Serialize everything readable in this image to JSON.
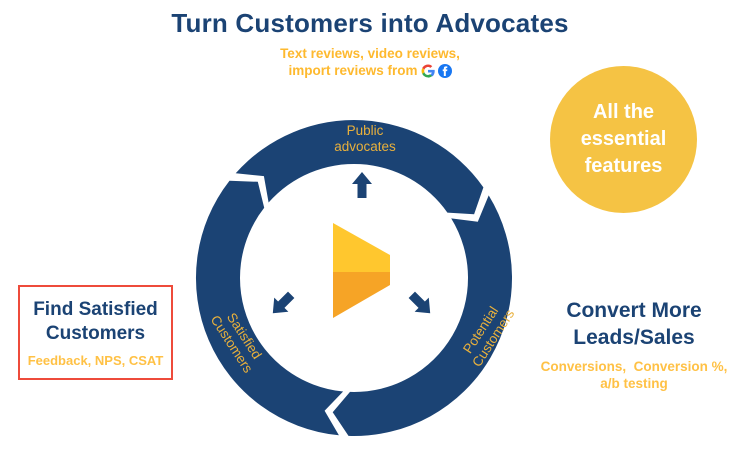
{
  "header": {
    "title": "Turn Customers into Advocates",
    "subtitle_line1": "Text reviews, video reviews,",
    "subtitle_line2": "import reviews from"
  },
  "badge": {
    "line1": "All the",
    "line2": "essential",
    "line3": "features"
  },
  "cycle": {
    "top_label_line1": "Public",
    "top_label_line2": "advocates",
    "left_label_line1": "Satisfied",
    "left_label_line2": "Customers",
    "right_label_line1": "Potential",
    "right_label_line2": "Customers"
  },
  "left_callout": {
    "title_line1": "Find Satisfied",
    "title_line2": "Customers",
    "subtitle": "Feedback, NPS, CSAT"
  },
  "right_callout": {
    "title_line1": "Convert More",
    "title_line2": "Leads/Sales",
    "subtitle_line1": "Conversions,  Conversion %,",
    "subtitle_line2": "a/b testing"
  },
  "colors": {
    "navy": "#1B4374",
    "ring_gold": "#E8B03C",
    "amber": "#FEB92E",
    "callout_amber": "#FFC145",
    "highlight_red": "#EE4B3B",
    "badge_yellow": "#F5C344",
    "logo_yellow": "#FFC72E",
    "logo_orange": "#F6A426",
    "google_blue": "#4285F4",
    "google_red": "#EA4335",
    "google_yellow": "#FBBC05",
    "google_green": "#34A853",
    "facebook_blue": "#1877F2"
  }
}
